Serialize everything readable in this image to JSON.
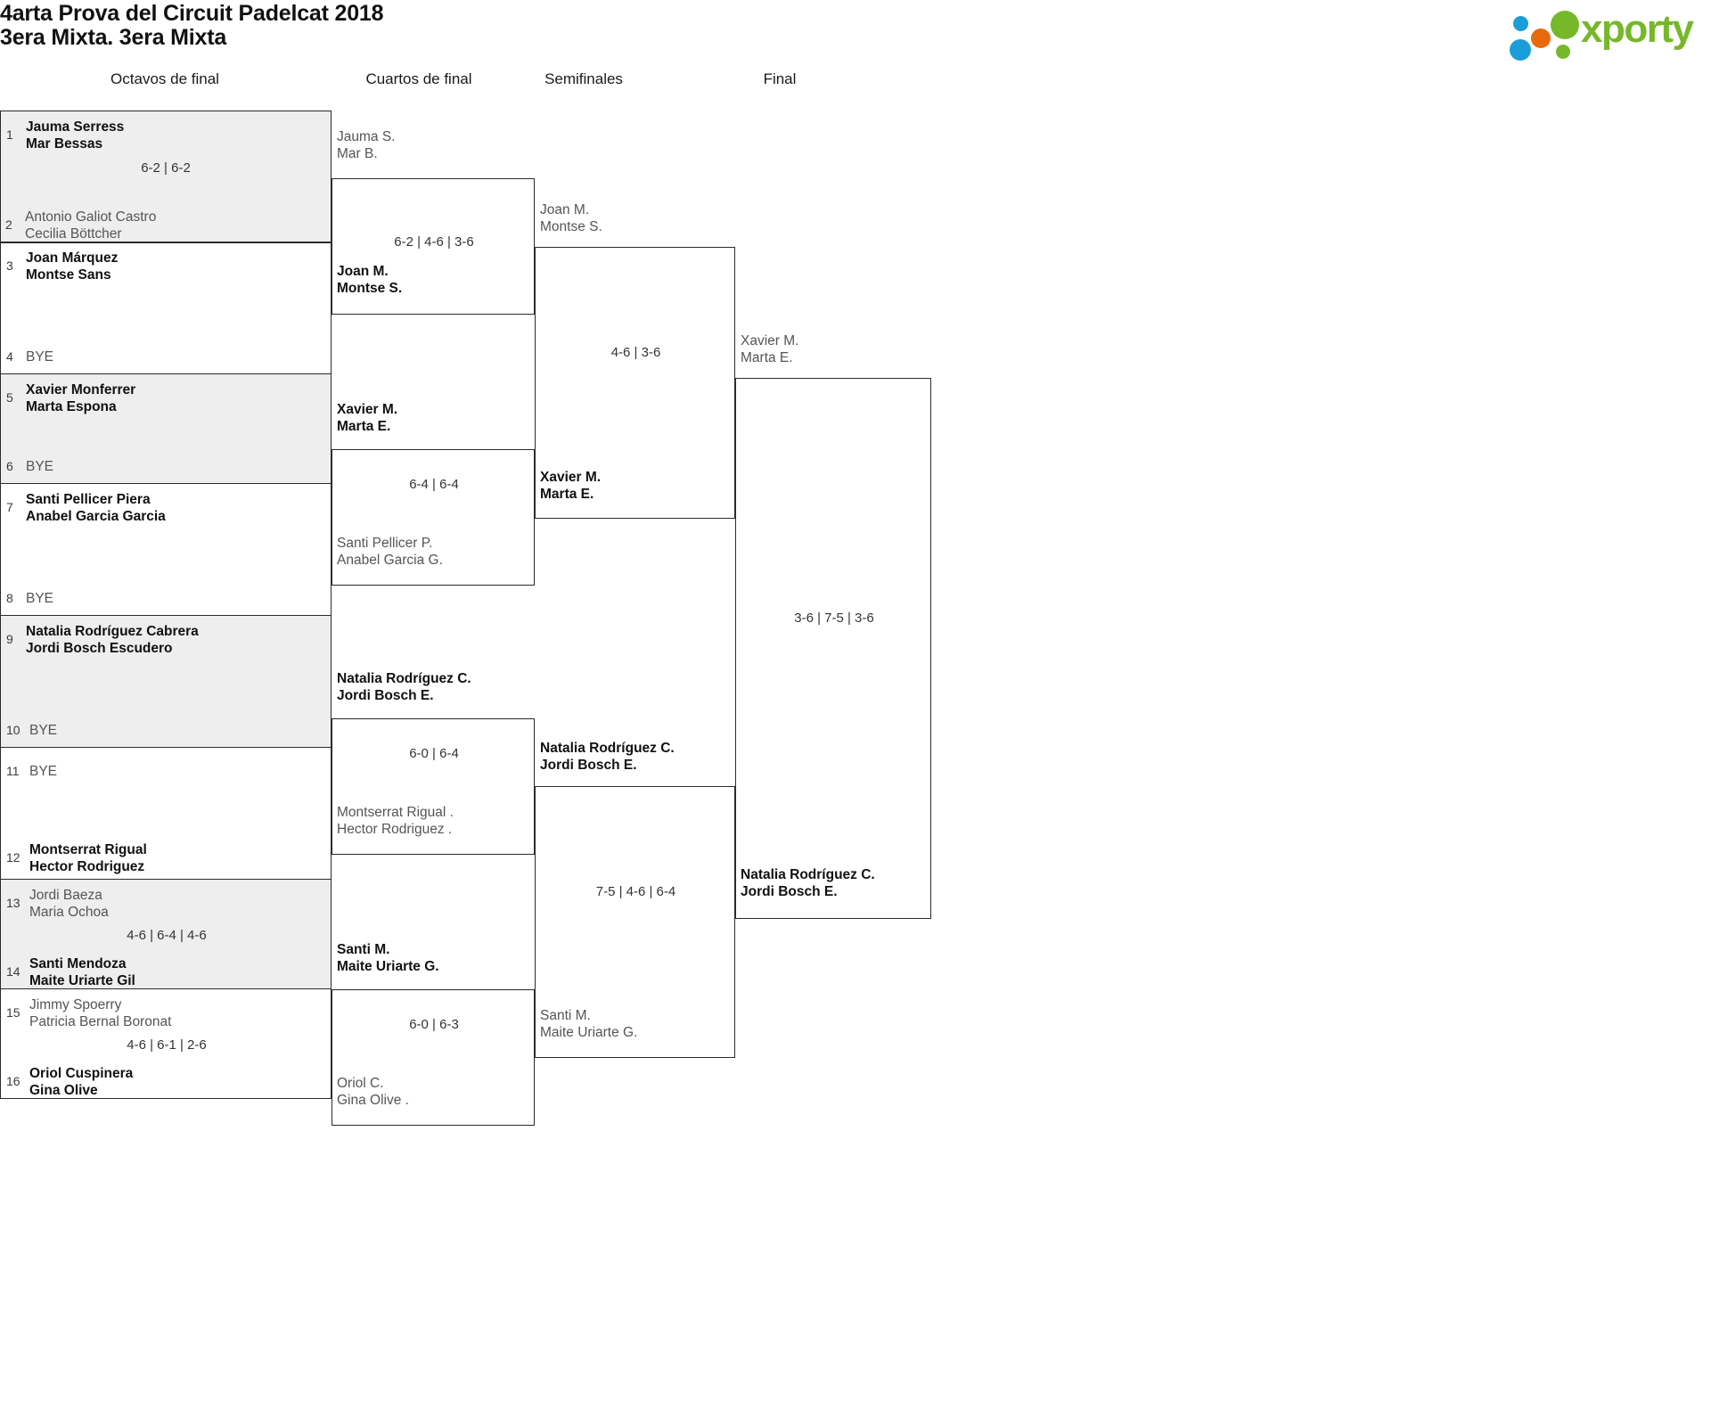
{
  "header": {
    "title_line1": "4arta Prova del Circuit Padelcat 2018",
    "title_line2": "3era Mixta. 3era Mixta",
    "logo_text": "xporty",
    "logo_colors": {
      "green": "#76b82a",
      "blue": "#1b9dd9",
      "orange": "#e8690b"
    }
  },
  "rounds": [
    {
      "label": "Octavos de final"
    },
    {
      "label": "Cuartos de final"
    },
    {
      "label": "Semifinales"
    },
    {
      "label": "Final"
    }
  ],
  "round1": {
    "entries": [
      {
        "seed": "1",
        "p1": "Jauma Serress",
        "p2": "Mar Bessas",
        "status": "winner"
      },
      {
        "seed": "2",
        "p1": "Antonio Galiot Castro",
        "p2": "Cecilia Böttcher",
        "status": "loser"
      },
      {
        "seed": "3",
        "p1": "Joan Márquez",
        "p2": "Montse Sans",
        "status": "winner"
      },
      {
        "seed": "4",
        "bye": "BYE",
        "status": "bye"
      },
      {
        "seed": "5",
        "p1": "Xavier Monferrer",
        "p2": "Marta Espona",
        "status": "winner"
      },
      {
        "seed": "6",
        "bye": "BYE",
        "status": "bye"
      },
      {
        "seed": "7",
        "p1": "Santi Pellicer Piera",
        "p2": "Anabel Garcia Garcia",
        "status": "winner"
      },
      {
        "seed": "8",
        "bye": "BYE",
        "status": "bye"
      },
      {
        "seed": "9",
        "p1": "Natalia Rodríguez Cabrera",
        "p2": "Jordi Bosch Escudero",
        "status": "winner"
      },
      {
        "seed": "10",
        "bye": "BYE",
        "status": "bye"
      },
      {
        "seed": "11",
        "bye": "BYE",
        "status": "bye"
      },
      {
        "seed": "12",
        "p1": "Montserrat Rigual",
        "p2": "Hector Rodriguez",
        "status": "winner"
      },
      {
        "seed": "13",
        "p1": "Jordi Baeza",
        "p2": "Maria Ochoa",
        "status": "loser"
      },
      {
        "seed": "14",
        "p1": "Santi Mendoza",
        "p2": "Maite Uriarte Gil",
        "status": "winner"
      },
      {
        "seed": "15",
        "p1": "Jimmy Spoerry",
        "p2": "Patricia Bernal Boronat",
        "status": "loser"
      },
      {
        "seed": "16",
        "p1": "Oriol Cuspinera",
        "p2": "Gina Olive",
        "status": "winner"
      }
    ],
    "scores": [
      {
        "text": "6-2 | 6-2"
      },
      {
        "text": "4-6 | 6-4 | 4-6"
      },
      {
        "text": "4-6 | 6-1 | 2-6"
      }
    ]
  },
  "round2": {
    "slots": [
      {
        "p1": "Jauma S.",
        "p2": "Mar B.",
        "status": "loser"
      },
      {
        "p1": "Joan M.",
        "p2": "Montse S.",
        "status": "winner"
      },
      {
        "p1": "Xavier M.",
        "p2": "Marta E.",
        "status": "winner"
      },
      {
        "p1": "Santi Pellicer P.",
        "p2": "Anabel Garcia G.",
        "status": "loser"
      },
      {
        "p1": "Natalia Rodríguez C.",
        "p2": "Jordi Bosch E.",
        "status": "winner"
      },
      {
        "p1": "Montserrat Rigual .",
        "p2": "Hector Rodriguez .",
        "status": "loser"
      },
      {
        "p1": "Santi M.",
        "p2": "Maite Uriarte G.",
        "status": "winner"
      },
      {
        "p1": "Oriol C.",
        "p2": "Gina Olive .",
        "status": "loser"
      }
    ],
    "scores": [
      {
        "text": "6-2 | 4-6 | 3-6"
      },
      {
        "text": "6-4 | 6-4"
      },
      {
        "text": "6-0 | 6-4"
      },
      {
        "text": "6-0 | 6-3"
      }
    ]
  },
  "round3": {
    "slots": [
      {
        "p1": "Joan M.",
        "p2": "Montse S.",
        "status": "loser"
      },
      {
        "p1": "Xavier M.",
        "p2": "Marta E.",
        "status": "winner"
      },
      {
        "p1": "Natalia Rodríguez C.",
        "p2": "Jordi Bosch E.",
        "status": "winner"
      },
      {
        "p1": "Santi M.",
        "p2": "Maite Uriarte G.",
        "status": "loser"
      }
    ],
    "scores": [
      {
        "text": "4-6 | 3-6"
      },
      {
        "text": "7-5 | 4-6 | 6-4"
      }
    ]
  },
  "round4": {
    "slots": [
      {
        "p1": "Xavier M.",
        "p2": "Marta E.",
        "status": "loser"
      },
      {
        "p1": "Natalia Rodríguez C.",
        "p2": "Jordi Bosch E.",
        "status": "winner"
      }
    ],
    "scores": [
      {
        "text": "3-6 | 7-5 | 3-6"
      }
    ]
  }
}
